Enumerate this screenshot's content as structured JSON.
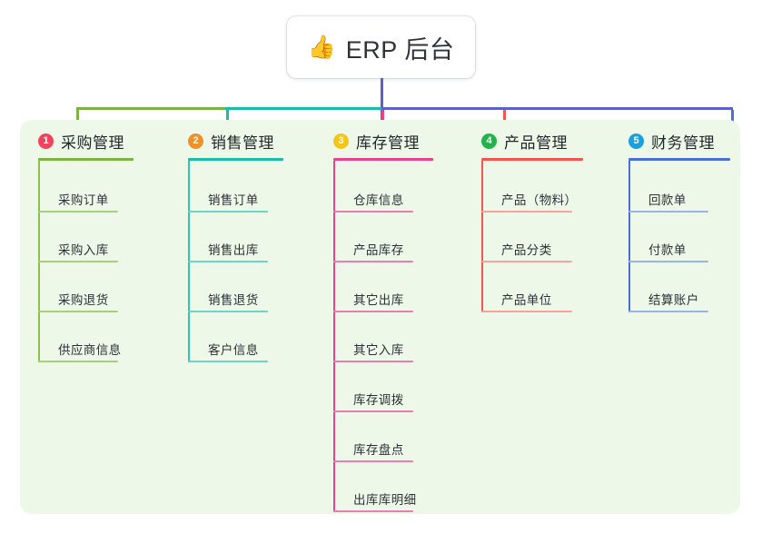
{
  "title": {
    "emoji": "👍",
    "emoji_name": "thumbs-up-icon",
    "text": "ERP 后台"
  },
  "colors": {
    "panel_bg": "#eef8e9",
    "page_bg": "#ffffff",
    "title_text": "#2f3337",
    "stem_purple": "#5b5fd0",
    "bus_green": "#7cb342",
    "bus_teal": "#18bfa5",
    "bus_purple": "#5b5fd0",
    "drop_green": "#7cb342",
    "drop_teal": "#18bfa5",
    "drop_pink": "#e8428c",
    "drop_red": "#f2564e",
    "drop_blue": "#4a6fd4"
  },
  "columns": [
    {
      "index": "1",
      "title": "采购管理",
      "badge_color": "#f0435f",
      "rule_color": "#7cb342",
      "spine_color": "#8cc152",
      "item_rule_color": "#a6d07a",
      "drop_color": "#7cb342",
      "items": [
        "采购订单",
        "采购入库",
        "采购退货",
        "供应商信息"
      ]
    },
    {
      "index": "2",
      "title": "销售管理",
      "badge_color": "#f0902a",
      "rule_color": "#18bfa5",
      "spine_color": "#35c3b2",
      "item_rule_color": "#6fd4c8",
      "drop_color": "#18bfa5",
      "items": [
        "销售订单",
        "销售出库",
        "销售退货",
        "客户信息"
      ]
    },
    {
      "index": "3",
      "title": "库存管理",
      "badge_color": "#f5c518",
      "rule_color": "#e8428c",
      "spine_color": "#e8428c",
      "item_rule_color": "#e87fb0",
      "drop_color": "#e8428c",
      "items": [
        "仓库信息",
        "产品库存",
        "其它出库",
        "其它入库",
        "库存调拨",
        "库存盘点",
        "出库库明细"
      ]
    },
    {
      "index": "4",
      "title": "产品管理",
      "badge_color": "#24b24c",
      "rule_color": "#f2564e",
      "spine_color": "#f2564e",
      "item_rule_color": "#f6a39e",
      "drop_color": "#f2564e",
      "items": [
        "产品（物料）",
        "产品分类",
        "产品单位"
      ]
    },
    {
      "index": "5",
      "title": "财务管理",
      "badge_color": "#1b9fdd",
      "rule_color": "#4a6fd4",
      "spine_color": "#4a6fd4",
      "item_rule_color": "#9bb3e6",
      "drop_color": "#4a6fd4",
      "items": [
        "回款单",
        "付款单",
        "结算账户"
      ]
    }
  ]
}
